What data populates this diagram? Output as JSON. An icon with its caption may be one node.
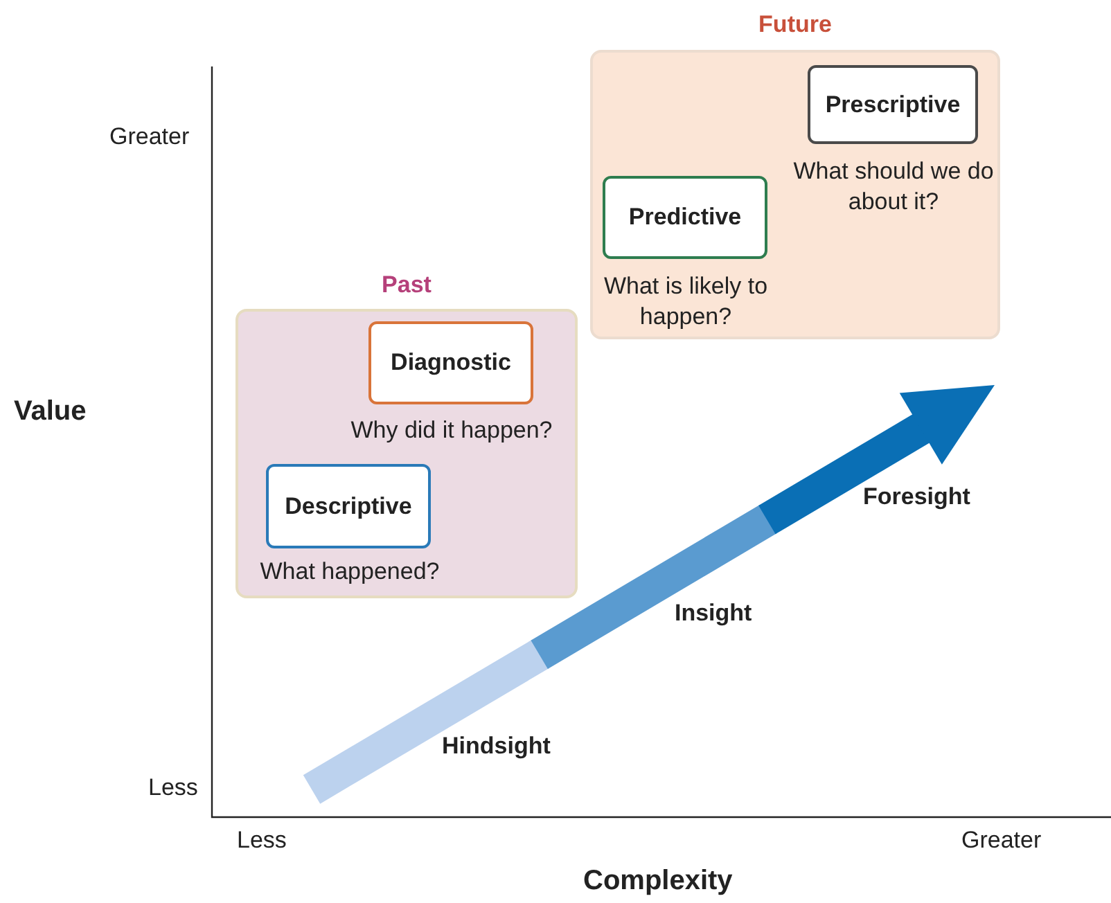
{
  "diagram": {
    "nodes": [
      {
        "text": [
          "Future"
        ]
      },
      {
        "text": [
          "Prescriptive"
        ],
        "beside": [
          "What should we do about it?"
        ],
        "in": 0
      },
      {
        "text": [
          "Predictive"
        ],
        "beside": [
          "What is likely to happen?"
        ],
        "in": 0
      },
      {
        "text": [
          "Past"
        ]
      },
      {
        "text": [
          "Diagnostic"
        ],
        "beside": [
          "Why did it happen?"
        ],
        "in": 3
      },
      {
        "text": [
          "Descriptive"
        ],
        "beside": [
          "What happened?"
        ],
        "in": 3
      }
    ],
    "labels": [
      "Greater",
      "Value",
      "Foresight",
      "Insight",
      "Less",
      "Hindsight",
      "Less",
      "Greater",
      "Complexity"
    ]
  }
}
